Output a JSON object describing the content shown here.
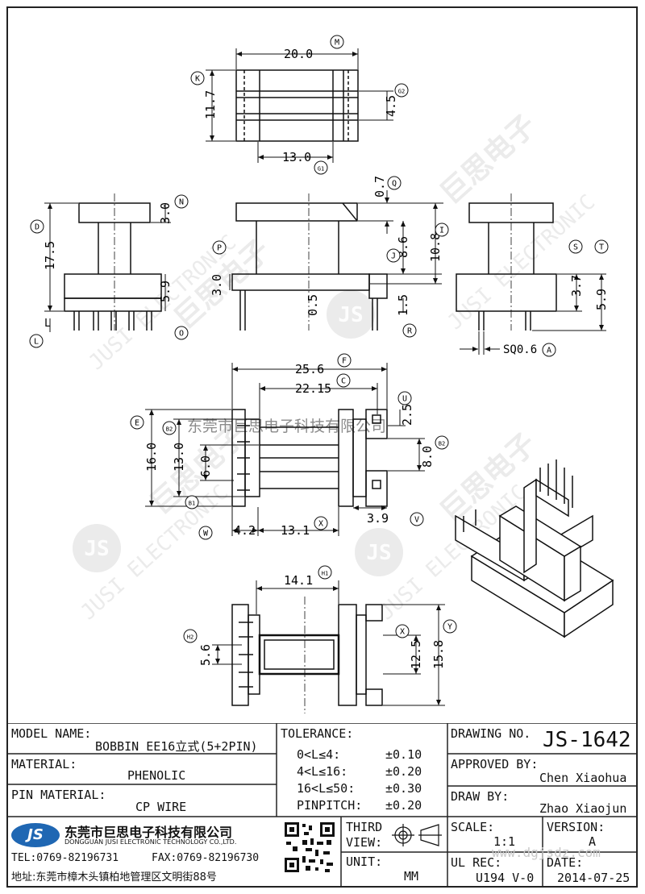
{
  "views": {
    "top": {
      "dims": {
        "M": "20.0",
        "K": "11.7",
        "G2": "4.5",
        "G1": "13.0"
      },
      "callouts": [
        "M",
        "K",
        "G2",
        "G1"
      ]
    },
    "front_left": {
      "dims": {
        "D": "17.5",
        "N": "3.0",
        "O": "5.9",
        "L": "L"
      },
      "callouts": [
        "D",
        "N",
        "O",
        "L"
      ]
    },
    "front_center": {
      "dims": {
        "Q": "0.7",
        "P": "3.0",
        "I": "10.8",
        "J": "8.6",
        "gap": "0.5",
        "R": "1.5"
      },
      "callouts": [
        "Q",
        "P",
        "I",
        "J",
        "R"
      ]
    },
    "front_right": {
      "dims": {
        "S": "3.7",
        "T": "5.9",
        "A": "SQ0.6"
      },
      "callouts": [
        "S",
        "T",
        "A"
      ]
    },
    "bottom": {
      "dims": {
        "F": "25.6",
        "C": "22.15",
        "E": "16.0",
        "B2l": "13.0",
        "B1": "6.0",
        "U": "2.5",
        "B2r": "8.0",
        "W": "4.2",
        "X": "13.1",
        "V": "3.9"
      },
      "callouts": [
        "F",
        "C",
        "E",
        "B2",
        "B1",
        "U",
        "B2",
        "W",
        "X",
        "V"
      ]
    },
    "section": {
      "dims": {
        "H1": "14.1",
        "H2": "5.6",
        "X": "12.5",
        "Y": "15.8"
      },
      "callouts": [
        "H1",
        "H2",
        "X",
        "Y"
      ]
    }
  },
  "watermark": {
    "logo_text": "JS",
    "brand_cn": "巨思电子",
    "brand_en": "JUSI ELECTRONIC",
    "overlay_cn": "东莞市巨思电子科技有限公司",
    "url": "www.dgjsdz.com"
  },
  "title_block": {
    "model_name_label": "MODEL NAME:",
    "model_name_value": "BOBBIN EE16立式(5+2PIN)",
    "material_label": "MATERIAL:",
    "material_value": "PHENOLIC",
    "pin_material_label": "PIN MATERIAL:",
    "pin_material_value": "CP WIRE",
    "tolerance_label": "TOLERANCE:",
    "tolerances": [
      {
        "range": "0<L≤4:",
        "value": "±0.10"
      },
      {
        "range": "4<L≤16:",
        "value": "±0.20"
      },
      {
        "range": "16<L≤50:",
        "value": "±0.30"
      },
      {
        "range": "PINPITCH:",
        "value": "±0.20"
      }
    ],
    "drawing_no_label": "DRAWING NO.",
    "drawing_no_value": "JS-1642",
    "approved_by_label": "APPROVED BY:",
    "approved_by_value": "Chen Xiaohua",
    "draw_by_label": "DRAW BY:",
    "draw_by_value": "Zhao Xiaojun",
    "company_cn": "东莞市巨思电子科技有限公司",
    "company_en": "DONGGUAN JUSI ELECTRONIC TECHNOLOGY CO.,LTD.",
    "tel": "TEL:0769-82196731",
    "fax": "FAX:0769-82196730",
    "address": "地址:东莞市樟木头镇柏地管理区文明街88号",
    "third_view_label_1": "THIRD",
    "third_view_label_2": "VIEW:",
    "unit_label": "UNIT:",
    "unit_value": "MM",
    "scale_label": "SCALE:",
    "scale_value": "1:1",
    "version_label": "VERSION:",
    "version_value": "A",
    "ul_rec_label": "UL REC:",
    "ul_rec_value": "U194 V-0",
    "date_label": "DATE:",
    "date_value": "2014-07-25",
    "logo": "JS"
  }
}
